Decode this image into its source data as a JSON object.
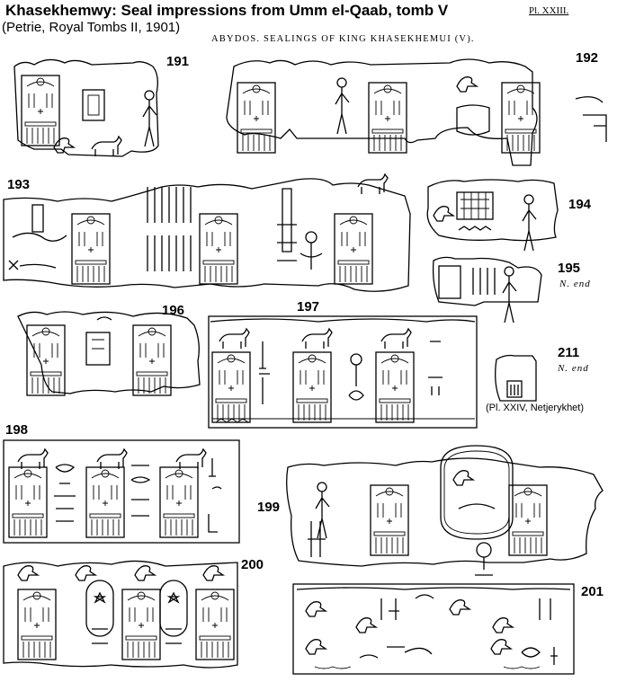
{
  "page": {
    "title": "Khasekhemwy: Seal impressions from Umm el-Qaab, tomb V",
    "subtitle": "(Petrie, Royal Tombs II, 1901)",
    "plate": "Pl. XXIII.",
    "heading": "ABYDOS.     SEALINGS OF KING KHASEKHEMUI (V)."
  },
  "seals": [
    {
      "number": "191"
    },
    {
      "number": "192"
    },
    {
      "number": "193"
    },
    {
      "number": "194"
    },
    {
      "number": "195",
      "note": "N. end"
    },
    {
      "number": "196"
    },
    {
      "number": "197"
    },
    {
      "number": "211",
      "note": "N. end",
      "caption": "(Pl. XXIV, Netjerykhet)"
    },
    {
      "number": "198"
    },
    {
      "number": "199"
    },
    {
      "number": "200"
    },
    {
      "number": "201"
    }
  ]
}
